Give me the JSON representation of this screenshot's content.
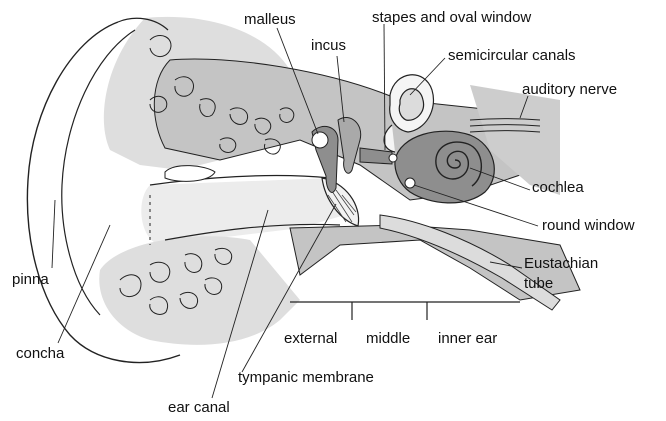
{
  "diagram": {
    "labels": {
      "malleus": "malleus",
      "incus": "incus",
      "stapes_oval_window": "stapes and oval window",
      "semicircular_canals": "semicircular canals",
      "auditory_nerve": "auditory nerve",
      "cochlea": "cochlea",
      "round_window": "round window",
      "eustachian_tube_line1": "Eustachian",
      "eustachian_tube_line2": "tube",
      "pinna": "pinna",
      "concha": "concha",
      "tympanic_membrane": "tympanic membrane",
      "ear_canal": "ear canal"
    },
    "sections": {
      "external": "external",
      "middle": "middle",
      "inner": "inner ear"
    },
    "colors": {
      "light_gray": "#dedede",
      "medium_gray": "#bdbdbd",
      "dark_gray": "#8e8e8e",
      "line": "#222222"
    }
  }
}
